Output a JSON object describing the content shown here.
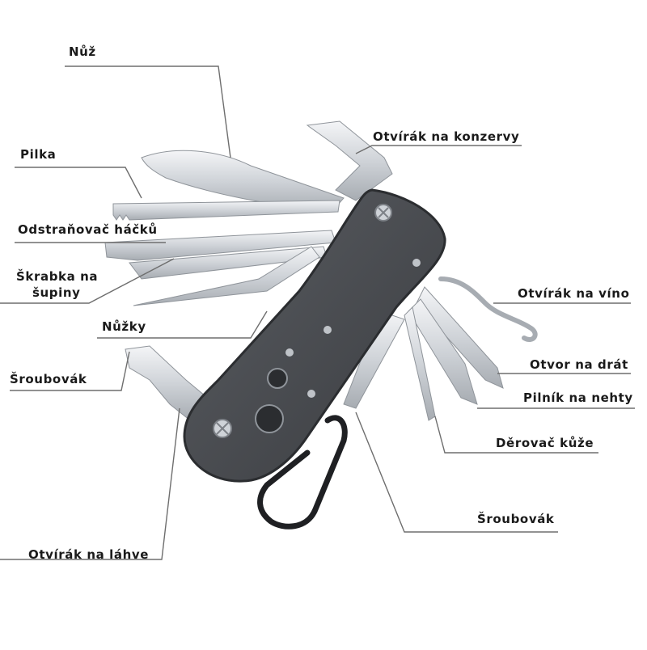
{
  "labels": {
    "nuz": "Nůž",
    "pilka": "Pilka",
    "odstranovac": "Odstraňovač háčků",
    "skrabka_line1": "Škrabka na",
    "skrabka_line2": "šupiny",
    "nuzky": "Nůžky",
    "sroubovak_left": "Šroubovák",
    "otvirak_lahve": "Otvírák na láhve",
    "otvirak_konzervy": "Otvírák na konzervy",
    "otvirak_vino": "Otvírák na víno",
    "otvor_drat": "Otvor na drát",
    "pilnik": "Pilník na nehty",
    "derovac": "Děrovač kůže",
    "sroubovak_right": "Šroubovák"
  },
  "colors": {
    "handle": "#4a4d52",
    "handle_edge": "#2b2d30",
    "steel": "#dcdfe3",
    "steel_dark": "#9ea3a9",
    "leader": "#6e6e6e",
    "text": "#1a1a1a"
  }
}
